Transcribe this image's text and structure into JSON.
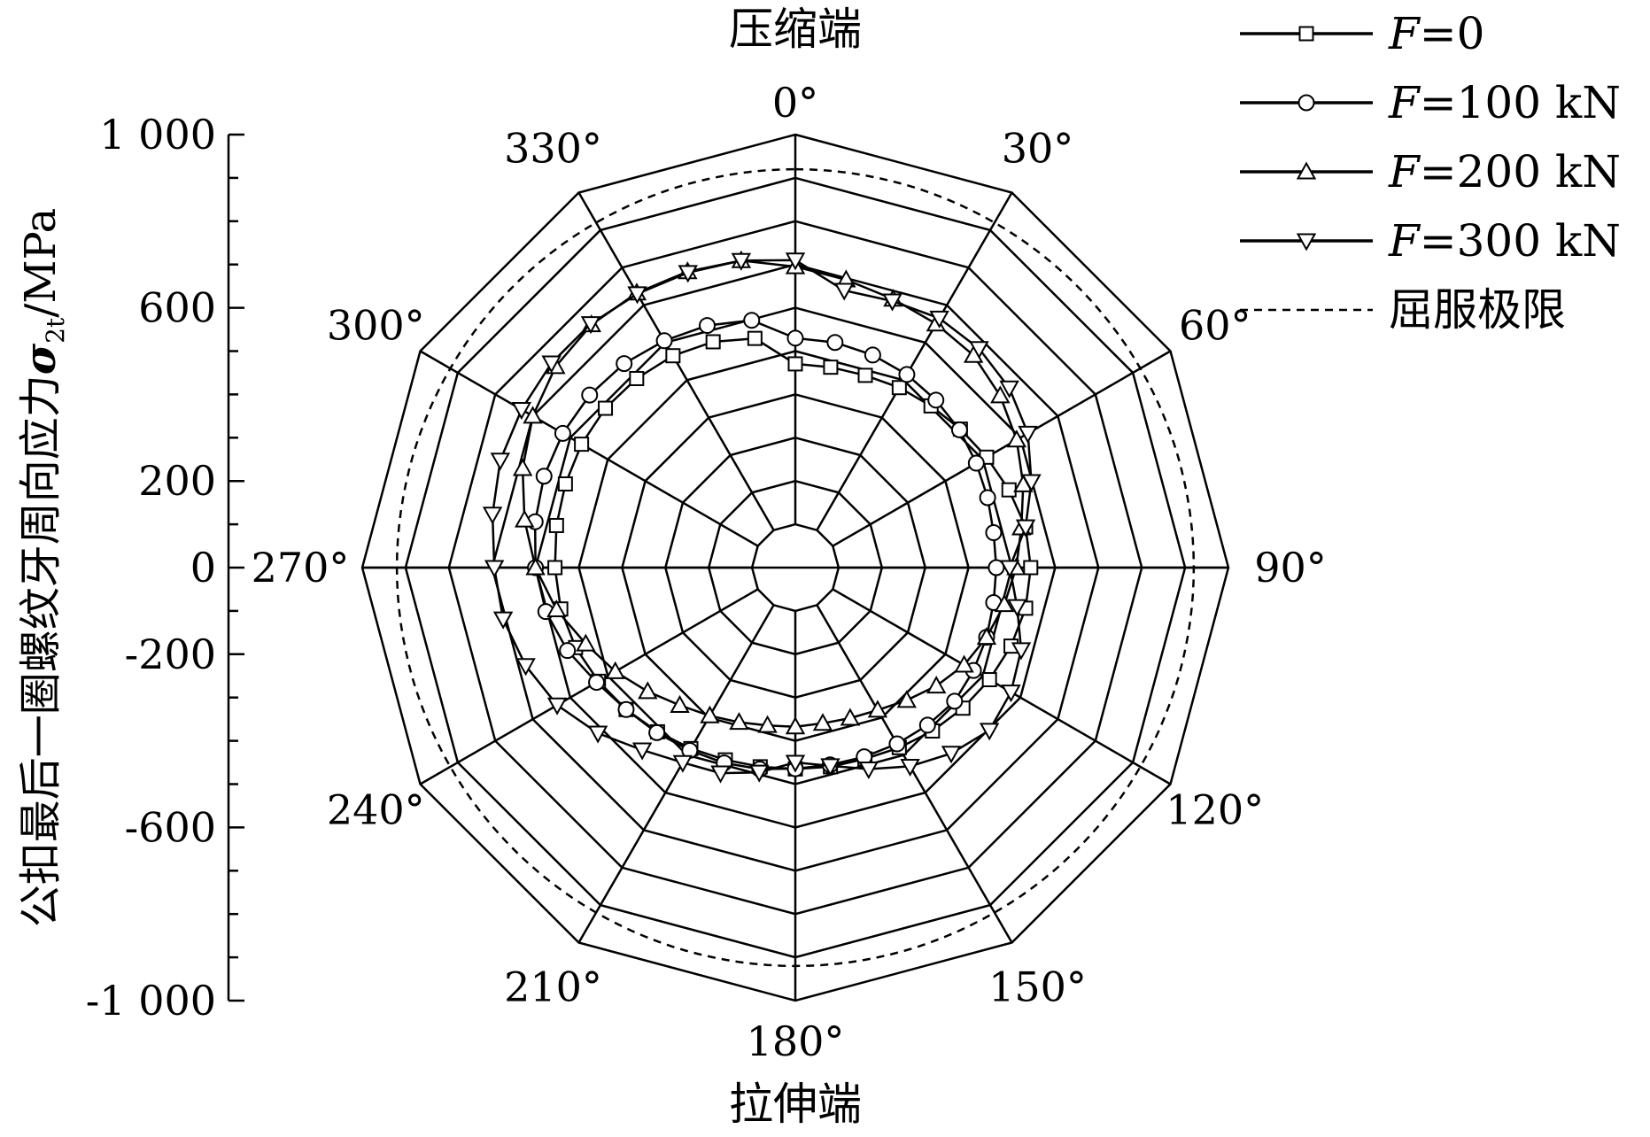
{
  "chart_data": {
    "type": "polar-line",
    "top_label": "压缩端",
    "bottom_label": "拉伸端",
    "ylabel": "公扣最后一圈螺纹牙周向应力σ2t/MPa",
    "ylabel_parts": {
      "main": "公扣最后一圈螺纹牙周向应力",
      "symbol": "σ",
      "subscript": "2t",
      "unit": "/MPa"
    },
    "radial_range": [
      -1000,
      1000
    ],
    "y_ticks": [
      {
        "value": 1000,
        "label": "1 000"
      },
      {
        "value": 600,
        "label": "600"
      },
      {
        "value": 200,
        "label": "200"
      },
      {
        "value": 0,
        "label": "0"
      },
      {
        "value": -200,
        "label": "-200"
      },
      {
        "value": -600,
        "label": "-600"
      },
      {
        "value": -1000,
        "label": "-1 000"
      }
    ],
    "ring_values": [
      -800,
      -600,
      -400,
      -200,
      0,
      200,
      400,
      600,
      800,
      1000
    ],
    "angle_ticks": [
      {
        "angle": 0,
        "label": "0°"
      },
      {
        "angle": 30,
        "label": "30°"
      },
      {
        "angle": 60,
        "label": "60°"
      },
      {
        "angle": 90,
        "label": "90°"
      },
      {
        "angle": 120,
        "label": "120°"
      },
      {
        "angle": 150,
        "label": "150°"
      },
      {
        "angle": 180,
        "label": "180°"
      },
      {
        "angle": 210,
        "label": "210°"
      },
      {
        "angle": 240,
        "label": "240°"
      },
      {
        "angle": 270,
        "label": "270°"
      },
      {
        "angle": 300,
        "label": "300°"
      },
      {
        "angle": 330,
        "label": "330°"
      }
    ],
    "legend": {
      "position": "top-right"
    },
    "series": [
      {
        "name": "F=0",
        "name_var": "F",
        "name_rest": "=0",
        "marker": "square",
        "dashed": false,
        "points": [
          [
            0,
            -59
          ],
          [
            10,
            -60
          ],
          [
            20,
            -55
          ],
          [
            30,
            -40
          ],
          [
            40,
            -25
          ],
          [
            50,
            -5
          ],
          [
            60,
            20
          ],
          [
            70,
            50
          ],
          [
            80,
            80
          ],
          [
            90,
            87
          ],
          [
            100,
            80
          ],
          [
            110,
            60
          ],
          [
            120,
            35
          ],
          [
            130,
            10
          ],
          [
            140,
            -15
          ],
          [
            150,
            -40
          ],
          [
            160,
            -60
          ],
          [
            170,
            -66
          ],
          [
            180,
            -70
          ],
          [
            190,
            -66
          ],
          [
            200,
            -55
          ],
          [
            210,
            -35
          ],
          [
            220,
            -10
          ],
          [
            230,
            20
          ],
          [
            240,
            50
          ],
          [
            250,
            80
          ],
          [
            260,
            100
          ],
          [
            270,
            110
          ],
          [
            280,
            120
          ],
          [
            290,
            130
          ],
          [
            300,
            140
          ],
          [
            310,
            145
          ],
          [
            320,
            140
          ],
          [
            330,
            130
          ],
          [
            340,
            110
          ],
          [
            350,
            75
          ],
          [
            360,
            -59
          ]
        ]
      },
      {
        "name": "F=100 kN",
        "name_var": "F",
        "name_rest": "=100 kN",
        "marker": "circle",
        "dashed": false,
        "points": [
          [
            0,
            60
          ],
          [
            10,
            56
          ],
          [
            20,
            45
          ],
          [
            30,
            30
          ],
          [
            40,
            10
          ],
          [
            50,
            -10
          ],
          [
            60,
            -35
          ],
          [
            70,
            -55
          ],
          [
            80,
            -70
          ],
          [
            90,
            -72
          ],
          [
            100,
            -70
          ],
          [
            110,
            -60
          ],
          [
            120,
            -50
          ],
          [
            130,
            -40
          ],
          [
            140,
            -50
          ],
          [
            150,
            -60
          ],
          [
            160,
            -70
          ],
          [
            170,
            -75
          ],
          [
            180,
            -71
          ],
          [
            190,
            -55
          ],
          [
            200,
            -40
          ],
          [
            210,
            -25
          ],
          [
            220,
            -5
          ],
          [
            230,
            20
          ],
          [
            240,
            60
          ],
          [
            250,
            120
          ],
          [
            260,
            170
          ],
          [
            270,
            200
          ],
          [
            280,
            220
          ],
          [
            290,
            235
          ],
          [
            300,
            240
          ],
          [
            310,
            240
          ],
          [
            320,
            230
          ],
          [
            330,
            210
          ],
          [
            340,
            190
          ],
          [
            350,
            160
          ],
          [
            360,
            60
          ]
        ]
      },
      {
        "name": "F=200 kN",
        "name_var": "F",
        "name_rest": "=200 kN",
        "marker": "triangle-up",
        "dashed": false,
        "points": [
          [
            0,
            390
          ],
          [
            10,
            350
          ],
          [
            20,
            320
          ],
          [
            30,
            300
          ],
          [
            40,
            280
          ],
          [
            50,
            235
          ],
          [
            60,
            180
          ],
          [
            70,
            120
          ],
          [
            80,
            60
          ],
          [
            90,
            20
          ],
          [
            100,
            -20
          ],
          [
            110,
            -60
          ],
          [
            120,
            -100
          ],
          [
            130,
            -150
          ],
          [
            140,
            -200
          ],
          [
            150,
            -240
          ],
          [
            160,
            -260
          ],
          [
            170,
            -270
          ],
          [
            180,
            -265
          ],
          [
            190,
            -260
          ],
          [
            200,
            -240
          ],
          [
            210,
            -210
          ],
          [
            220,
            -170
          ],
          [
            230,
            -110
          ],
          [
            240,
            -40
          ],
          [
            250,
            30
          ],
          [
            260,
            120
          ],
          [
            270,
            200
          ],
          [
            280,
            270
          ],
          [
            290,
            340
          ],
          [
            300,
            400
          ],
          [
            310,
            445
          ],
          [
            320,
            465
          ],
          [
            330,
            465
          ],
          [
            340,
            455
          ],
          [
            350,
            440
          ],
          [
            360,
            390
          ]
        ]
      },
      {
        "name": "F=300 kN",
        "name_var": "F",
        "name_rest": "=300 kN",
        "marker": "triangle-down",
        "dashed": false,
        "points": [
          [
            0,
            420
          ],
          [
            10,
            300
          ],
          [
            20,
            310
          ],
          [
            30,
            330
          ],
          [
            40,
            320
          ],
          [
            50,
            290
          ],
          [
            60,
            240
          ],
          [
            70,
            160
          ],
          [
            80,
            80
          ],
          [
            90,
            -10
          ],
          [
            100,
            40
          ],
          [
            110,
            110
          ],
          [
            120,
            150
          ],
          [
            130,
            170
          ],
          [
            140,
            120
          ],
          [
            150,
            60
          ],
          [
            160,
            -10
          ],
          [
            170,
            -70
          ],
          [
            180,
            -100
          ],
          [
            190,
            -40
          ],
          [
            200,
            10
          ],
          [
            210,
            40
          ],
          [
            220,
            100
          ],
          [
            230,
            190
          ],
          [
            240,
            270
          ],
          [
            250,
            325
          ],
          [
            260,
            370
          ],
          [
            270,
            390
          ],
          [
            280,
            420
          ],
          [
            290,
            450
          ],
          [
            300,
            460
          ],
          [
            310,
            470
          ],
          [
            320,
            470
          ],
          [
            330,
            460
          ],
          [
            340,
            450
          ],
          [
            350,
            440
          ],
          [
            360,
            420
          ]
        ]
      },
      {
        "name": "屈服极限",
        "name_var": "",
        "name_rest": "屈服极限",
        "marker": "none",
        "dashed": true,
        "points": [
          [
            0,
            840
          ],
          [
            360,
            840
          ]
        ]
      }
    ]
  }
}
